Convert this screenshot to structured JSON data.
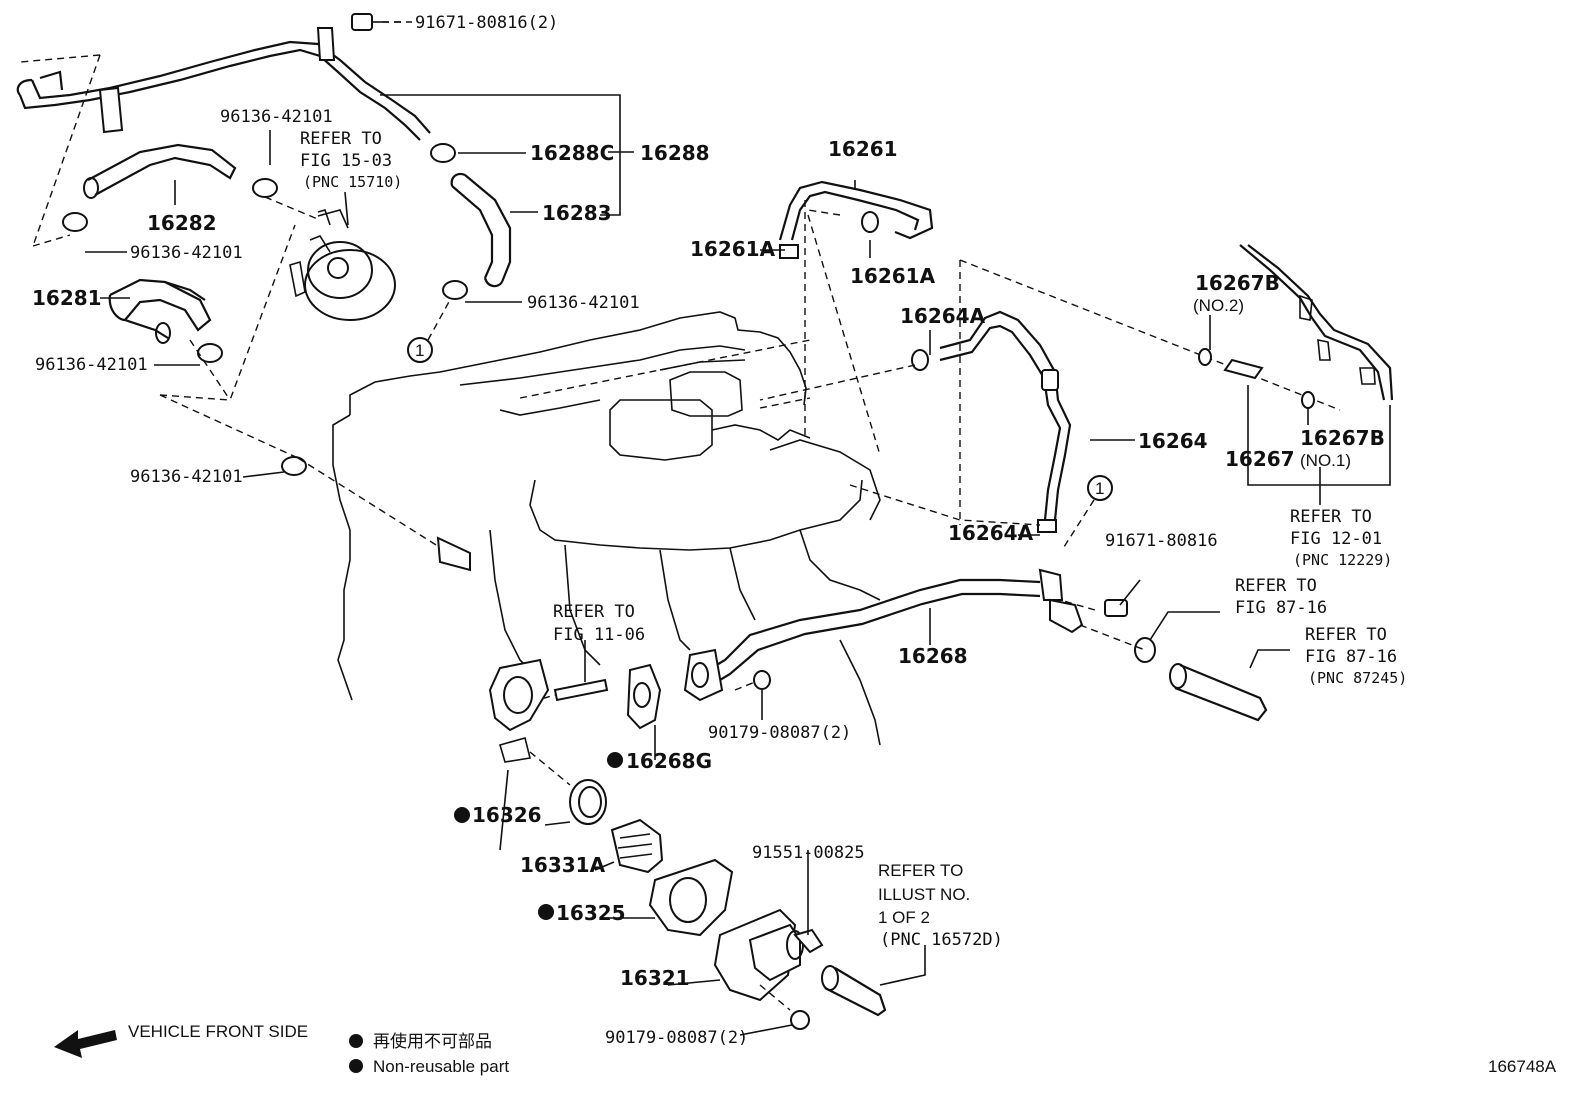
{
  "callouts": {
    "bolt_top": "91671-80816(2)",
    "clamp_top": "96136-42101",
    "refer_1503_l1": "REFER TO",
    "refer_1503_l2": "FIG 15-03",
    "refer_1503_l3": "(PNC 15710)",
    "hose_16288c": "16288C",
    "hose_16288": "16288",
    "hose_16261": "16261",
    "hose_16282": "16282",
    "hose_16283": "16283",
    "clamp_left_a": "96136-42101",
    "clamp_16261a_left": "16261A",
    "clamp_16261a_right": "16261A",
    "hose_16281": "16281",
    "clamp_mid": "96136-42101",
    "hose_16267b_top": "16267B",
    "no2": "(NO.2)",
    "clamp_16264a_top": "16264A",
    "clamp_left_b": "96136-42101",
    "circle_one_a": "1",
    "hose_16264": "16264",
    "hose_16267b_bot": "16267B",
    "hose_16267": "16267",
    "no1": "(NO.1)",
    "clamp_left_c": "96136-42101",
    "circle_one_b": "1",
    "refer_1201_l1": "REFER TO",
    "refer_1201_l2": "FIG 12-01",
    "refer_1201_l3": "(PNC 12229)",
    "clamp_16264a_bot": "16264A",
    "bolt_mid": "91671-80816",
    "refer_8716a_l1": "REFER TO",
    "refer_8716a_l2": "FIG 87-16",
    "refer_8716b_l1": "REFER TO",
    "refer_8716b_l2": "FIG 87-16",
    "refer_8716b_l3": "(PNC 87245)",
    "refer_1106_l1": "REFER TO",
    "refer_1106_l2": "FIG 11-06",
    "pipe_16268": "16268",
    "nut_top": "90179-08087(2)",
    "gasket_16268g": "16268G",
    "gasket_16326": "16326",
    "thermostat_16331a": "16331A",
    "bolt_bottom": "91551-00825",
    "refer_illust_l1": "REFER TO",
    "refer_illust_l2": "ILLUST NO.",
    "refer_illust_l3": "1 OF 2",
    "refer_illust_l4": "(PNC 16572D)",
    "gasket_16325": "16325",
    "inlet_16321": "16321",
    "nut_bottom": "90179-08087(2)"
  },
  "legend": {
    "vehicle_front": "VEHICLE FRONT SIDE",
    "non_reusable_jp": "再使用不可部品",
    "non_reusable_en": "Non-reusable part"
  },
  "figure_id": "166748A"
}
